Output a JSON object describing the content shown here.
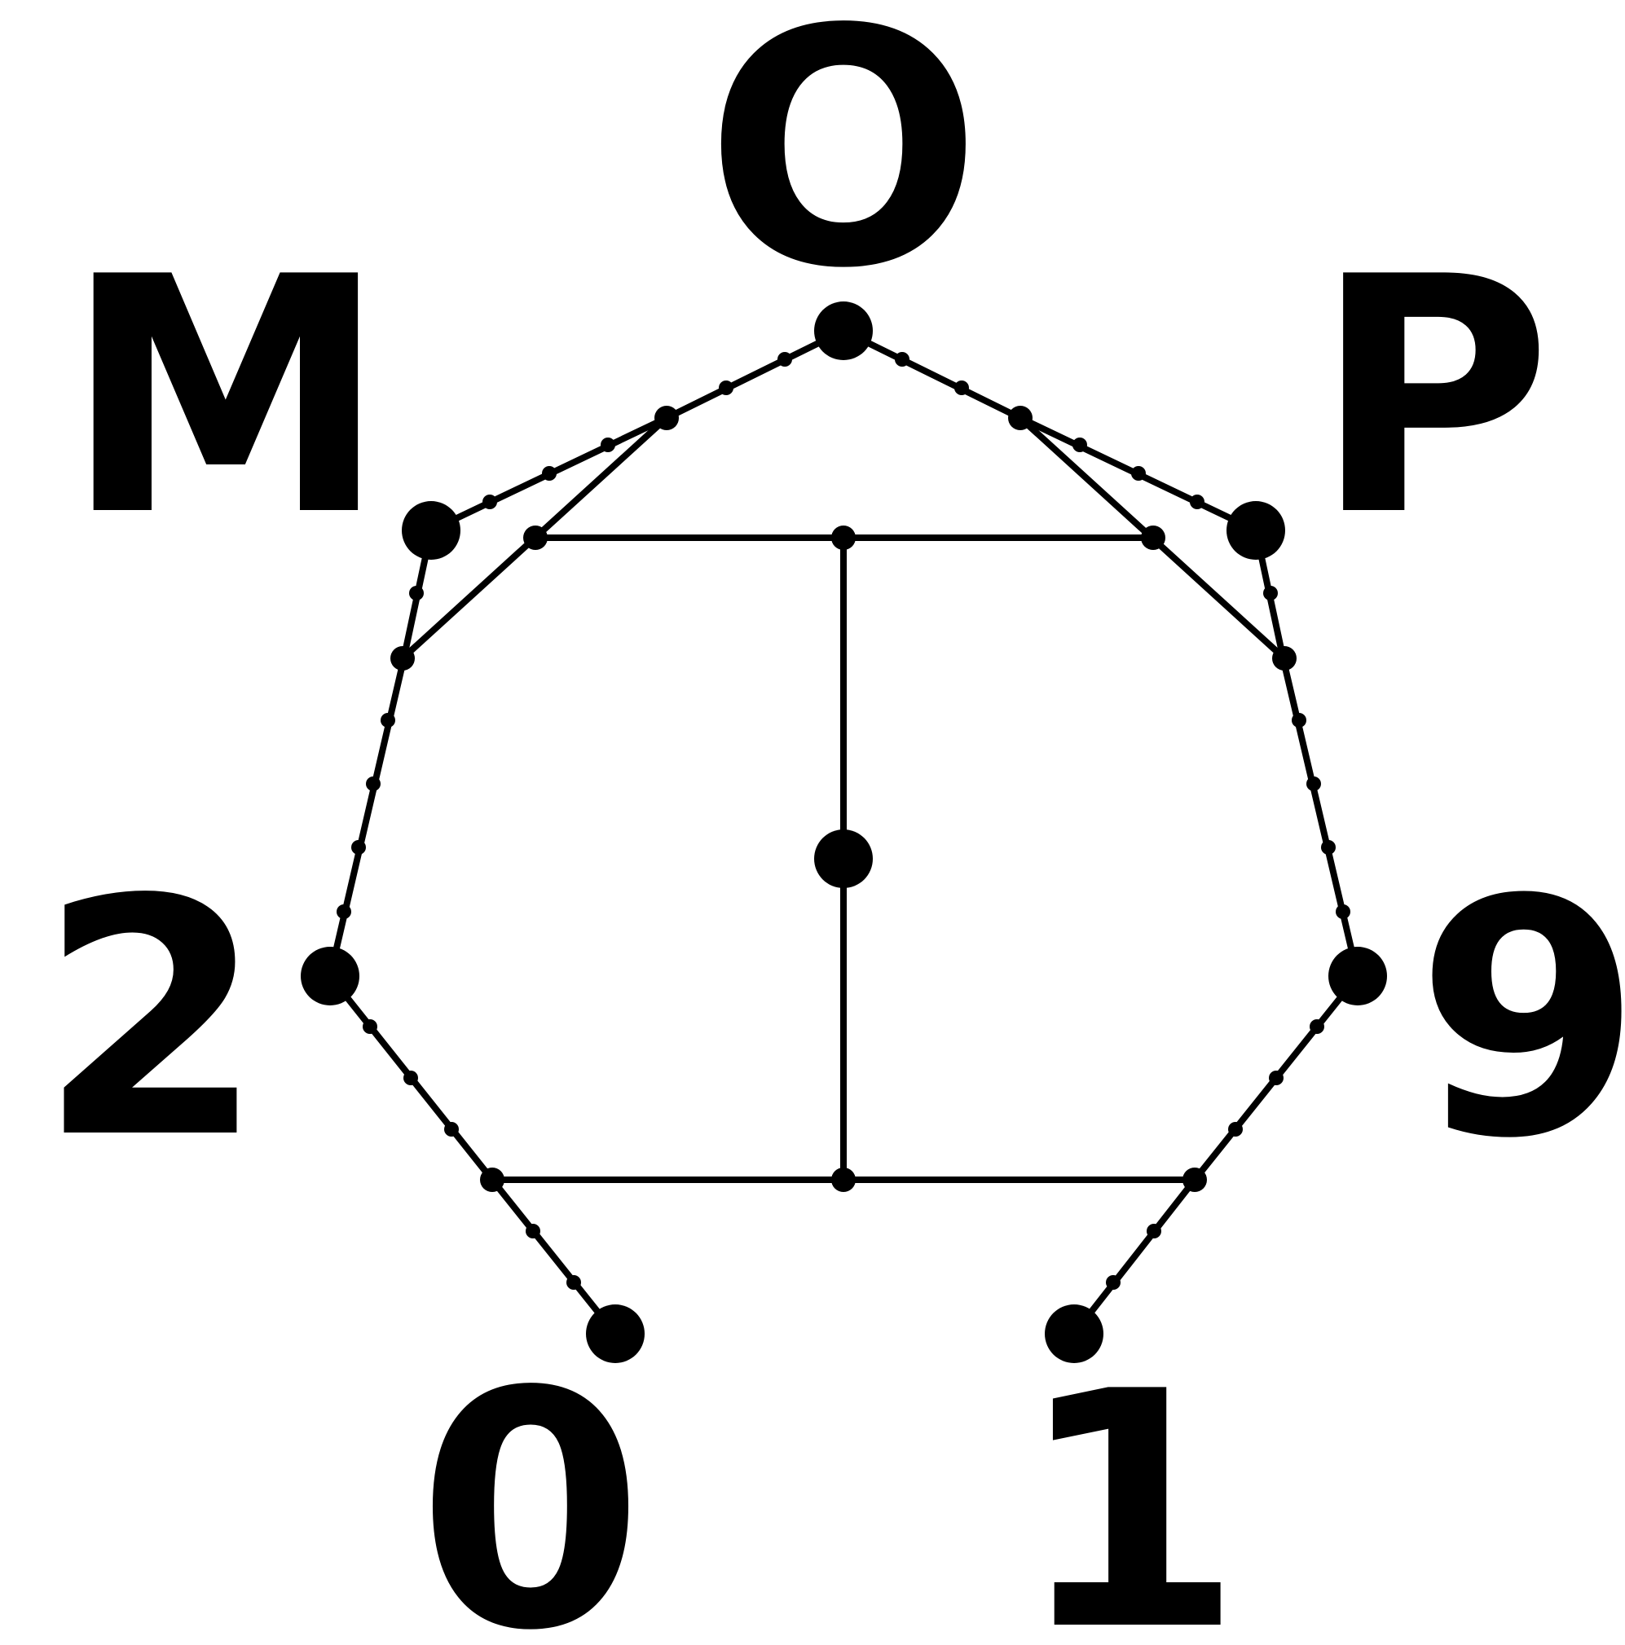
{
  "diagram": {
    "stroke_color": "#000000",
    "fill_color": "#000000",
    "background": "#ffffff",
    "labels": {
      "top": "O",
      "upper_left": "M",
      "upper_right": "P",
      "left": "2",
      "right": "9",
      "bottom_left": "0",
      "bottom_right": "1"
    }
  }
}
